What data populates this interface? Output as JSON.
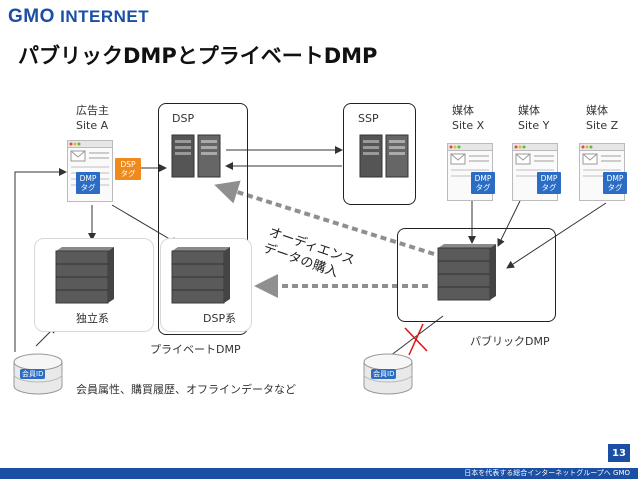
{
  "header": {
    "logo_gmo": "GMO",
    "logo_internet": "INTERNET"
  },
  "title": "パブリックDMPとプライベートDMP",
  "advertiser": {
    "line1": "広告主",
    "line2": "Site A"
  },
  "dsp_label": "DSP",
  "ssp_label": "SSP",
  "media": [
    {
      "line1": "媒体",
      "line2": "Site X"
    },
    {
      "line1": "媒体",
      "line2": "Site Y"
    },
    {
      "line1": "媒体",
      "line2": "Site Z"
    }
  ],
  "tags": {
    "dmp_tag": "DMP\nタグ",
    "dsp_tag": "DSP\nタグ"
  },
  "audience_label": "オーディエンス\nデータの購入",
  "independent_label": "独立系",
  "dsp_type_label": "DSP系",
  "private_dmp_label": "プライベートDMP",
  "public_dmp_label": "パブリックDMP",
  "member_id": "会員ID",
  "member_data_label": "会員属性、購買履歴、オフラインデータなど",
  "page_number": "13",
  "footer_text": "日本を代表する総合インターネットグループへ GMO",
  "colors": {
    "brand": "#1a4fa3",
    "dmp_tag": "#2b6cc4",
    "dsp_tag": "#f08a1c",
    "dotted_arrow": "#8f8f8f",
    "cross": "#d11"
  }
}
